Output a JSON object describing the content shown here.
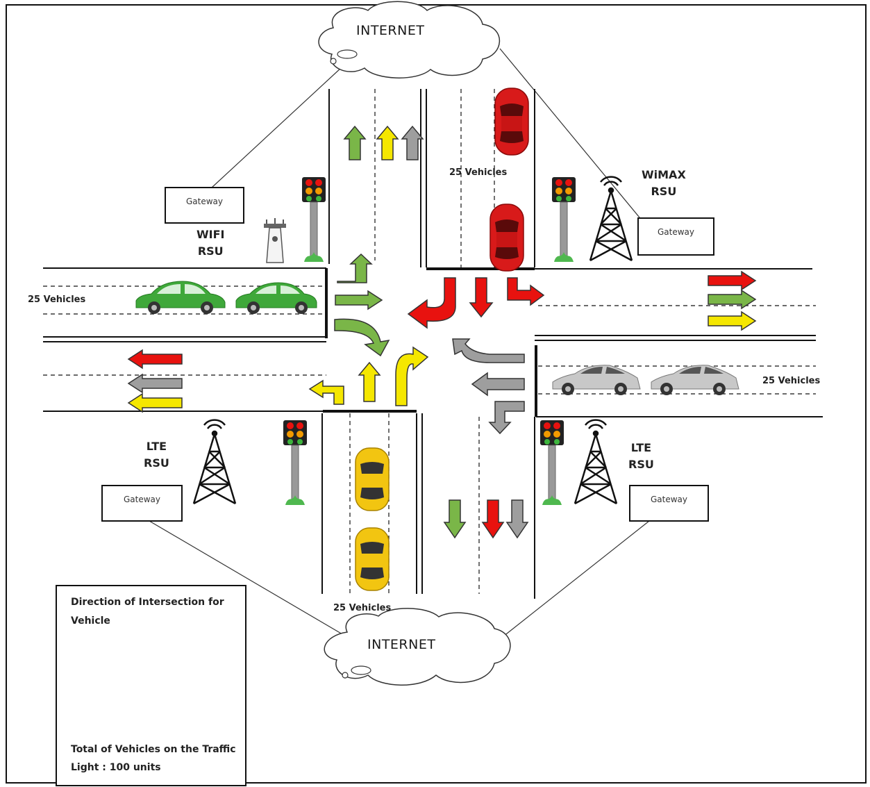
{
  "clouds": {
    "top_label": "INTERNET",
    "bottom_label": "INTERNET"
  },
  "rsu": {
    "wifi": [
      "WIFI",
      "RSU"
    ],
    "wimax": [
      "WiMAX",
      "RSU"
    ],
    "lte_left": [
      "LTE",
      "RSU"
    ],
    "lte_right": [
      "LTE",
      "RSU"
    ]
  },
  "gateways": {
    "top_left": "Gateway",
    "top_right": "Gateway",
    "bottom_left": "Gateway",
    "bottom_right": "Gateway"
  },
  "vehicle_counts": {
    "north": "25 Vehicles",
    "west": "25 Vehicles",
    "east": "25 Vehicles",
    "south": "25 Vehicles"
  },
  "legend": {
    "title": "Direction of Intersection for Vehicle",
    "note": "Total of Vehicles on the Traffic Light : 100 units"
  },
  "colors": {
    "red": "#e8120f",
    "green": "#7ab648",
    "yellow": "#f5e700",
    "gray": "#9e9e9e",
    "car_red": "#d81a1a",
    "car_green": "#3fa83a",
    "car_yellow": "#f2c511",
    "car_silver": "#c8c8c8"
  }
}
